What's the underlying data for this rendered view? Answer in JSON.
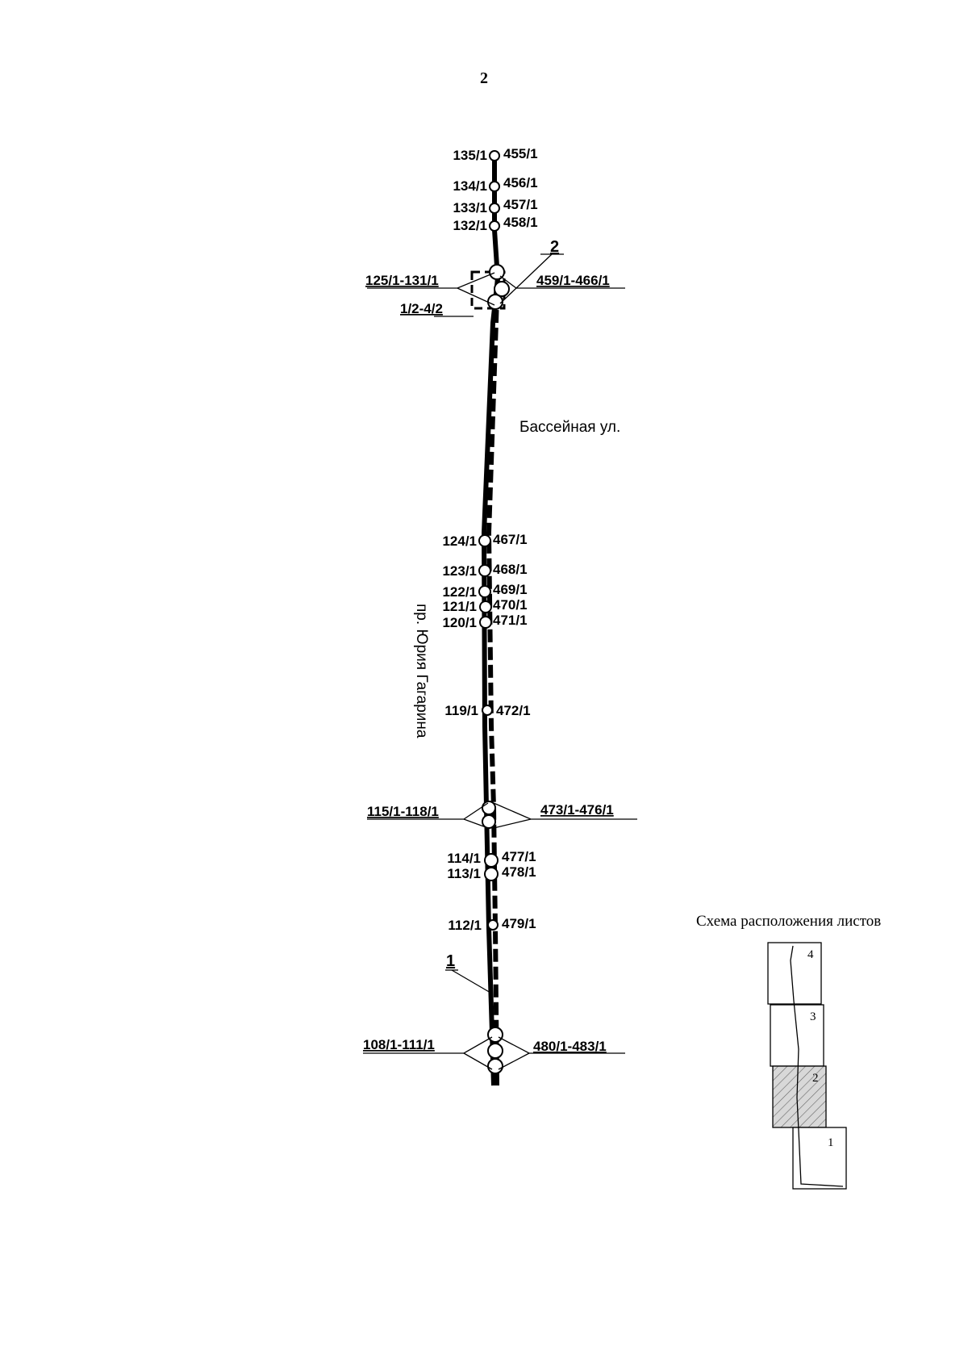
{
  "page_number": "2",
  "streets": {
    "basseinaya": "Бассейная ул.",
    "gagarin": "пр. Юрия Гагарина"
  },
  "route_markers": {
    "line_label": "1",
    "node_label": "2"
  },
  "point_pairs": [
    {
      "left": "135/1",
      "right": "455/1"
    },
    {
      "left": "134/1",
      "right": "456/1"
    },
    {
      "left": "133/1",
      "right": "457/1"
    },
    {
      "left": "132/1",
      "right": "458/1"
    },
    {
      "left": "124/1",
      "right": "467/1"
    },
    {
      "left": "123/1",
      "right": "468/1"
    },
    {
      "left": "122/1",
      "right": "469/1"
    },
    {
      "left": "121/1",
      "right": "470/1"
    },
    {
      "left": "120/1",
      "right": "471/1"
    },
    {
      "left": "119/1",
      "right": "472/1"
    },
    {
      "left": "114/1",
      "right": "477/1"
    },
    {
      "left": "113/1",
      "right": "478/1"
    },
    {
      "left": "112/1",
      "right": "479/1"
    }
  ],
  "range_callouts": [
    {
      "left": "125/1-131/1",
      "right": "459/1-466/1",
      "extra": "1/2-4/2"
    },
    {
      "left": "115/1-118/1",
      "right": "473/1-476/1"
    },
    {
      "left": "108/1-111/1",
      "right": "480/1-483/1"
    }
  ],
  "sheet_scheme": {
    "title": "Схема расположения листов",
    "sheets": [
      "4",
      "3",
      "2",
      "1"
    ],
    "current_sheet": "2"
  }
}
